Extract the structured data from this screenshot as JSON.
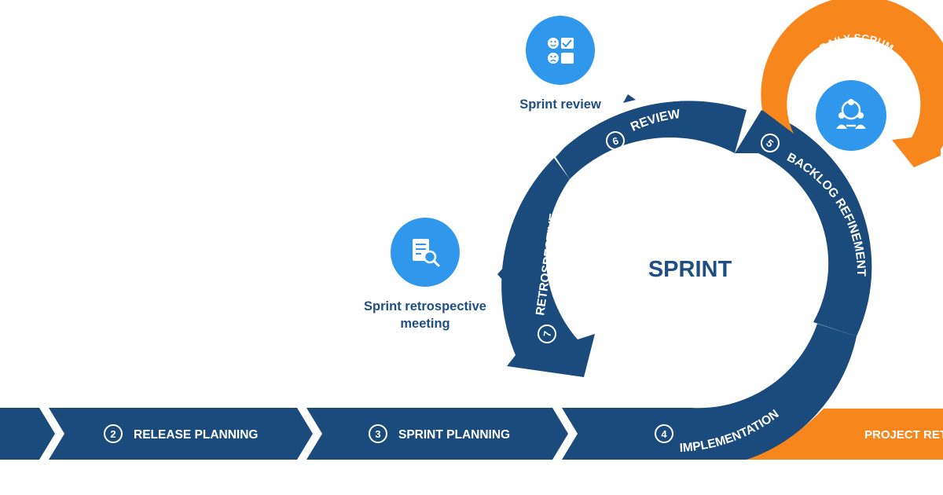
{
  "colors": {
    "navy": "#1b4a7c",
    "navy_text": "#1f4e83",
    "blue": "#2f98ec",
    "orange": "#f7861d",
    "white": "#ffffff"
  },
  "center_label": "SPRINT",
  "pipeline": [
    {
      "number": "2",
      "label": "RELEASE PLANNING"
    },
    {
      "number": "3",
      "label": "SPRINT PLANNING"
    },
    {
      "number": "4",
      "label": "IMPLEMENTATION"
    }
  ],
  "cycle": [
    {
      "number": "5",
      "label": "BACKLOG REFINEMENT"
    },
    {
      "number": "6",
      "label": "REVIEW"
    },
    {
      "number": "7",
      "label": "RETROSPECTIVE"
    }
  ],
  "project_retro_label": "PROJECT RETROSPECTIVE",
  "daily_scrum_label": "DAILY SCRUM",
  "callouts": {
    "review": {
      "label": "Sprint review",
      "icon": "review-faces-checklist-icon"
    },
    "retrospective": {
      "line1": "Sprint retrospective",
      "line2": "meeting",
      "icon": "document-magnifier-icon"
    },
    "daily_scrum": {
      "icon": "team-meeting-icon"
    }
  }
}
